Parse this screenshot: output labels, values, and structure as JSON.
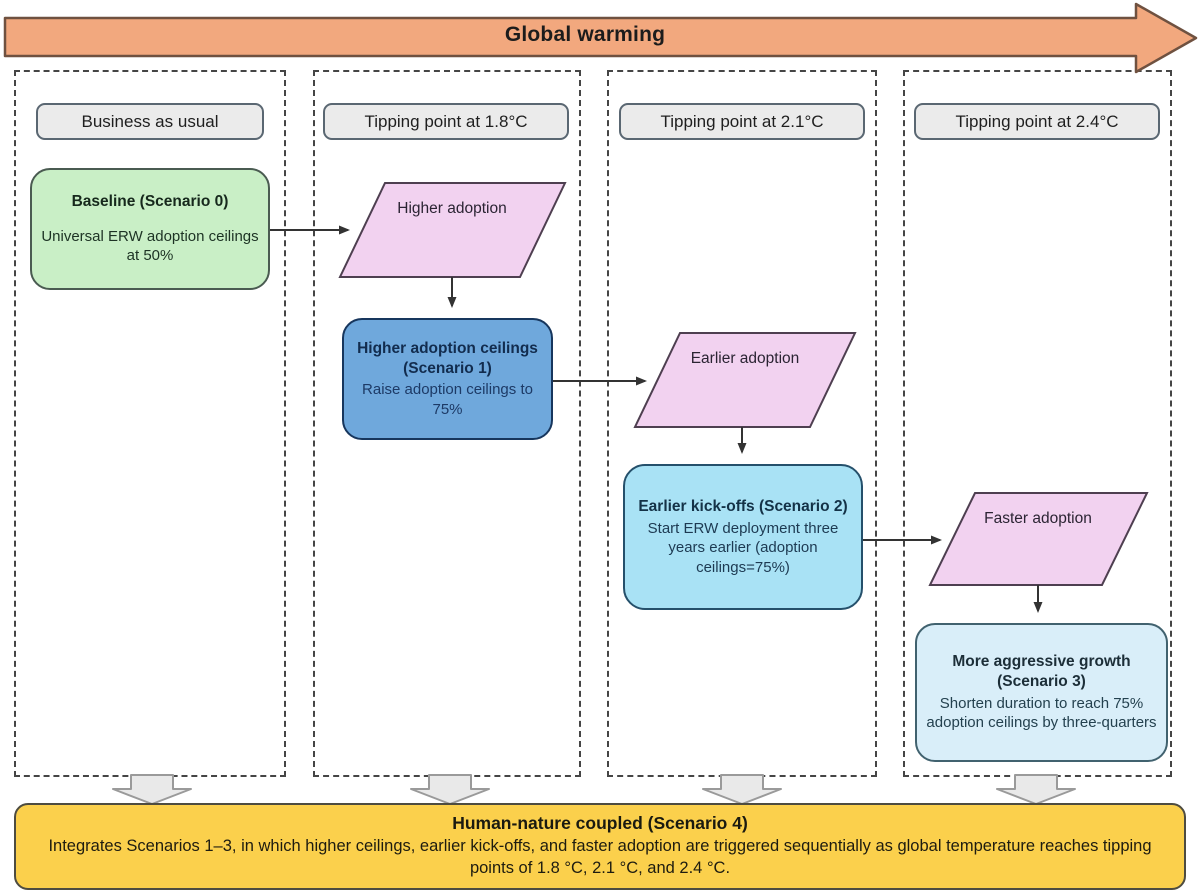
{
  "banner": {
    "label": "Global warming"
  },
  "columns": [
    {
      "header": "Business as usual",
      "scenario": {
        "title": "Baseline (Scenario 0)",
        "body": "Universal ERW adoption ceilings at 50%"
      }
    },
    {
      "header": "Tipping point at 1.8°C",
      "trigger": "Higher adoption",
      "scenario": {
        "title": "Higher adoption ceilings (Scenario 1)",
        "body": "Raise adoption ceilings to 75%"
      }
    },
    {
      "header": "Tipping point at 2.1°C",
      "trigger": "Earlier adoption",
      "scenario": {
        "title": "Earlier kick-offs (Scenario 2)",
        "body": "Start ERW deployment three years earlier (adoption ceilings=75%)"
      }
    },
    {
      "header": "Tipping point at 2.4°C",
      "trigger": "Faster adoption",
      "scenario": {
        "title": "More aggressive growth (Scenario 3)",
        "body": "Shorten duration to reach 75% adoption ceilings by three-quarters"
      }
    }
  ],
  "footer": {
    "title": "Human-nature coupled (Scenario 4)",
    "body": "Integrates Scenarios 1–3, in which higher ceilings, earlier kick-offs, and faster adoption are triggered sequentially as global temperature reaches tipping points of 1.8 °C, 2.1 °C, and 2.4 °C."
  },
  "colors": {
    "banner_fill": "#F2A87E",
    "banner_stroke": "#6F5140",
    "header_fill": "#EBEBEB",
    "baseline_green": "#C9EFC6",
    "trigger_pink": "#F2D2F0",
    "scenario1_blue": "#6FA8DC",
    "scenario2_cyan": "#A9E2F5",
    "scenario3_lightblue": "#D9EEF9",
    "footer_yellow": "#FBD04C",
    "block_arrow_gray": "#E9E9E9",
    "connector": "#333333"
  }
}
